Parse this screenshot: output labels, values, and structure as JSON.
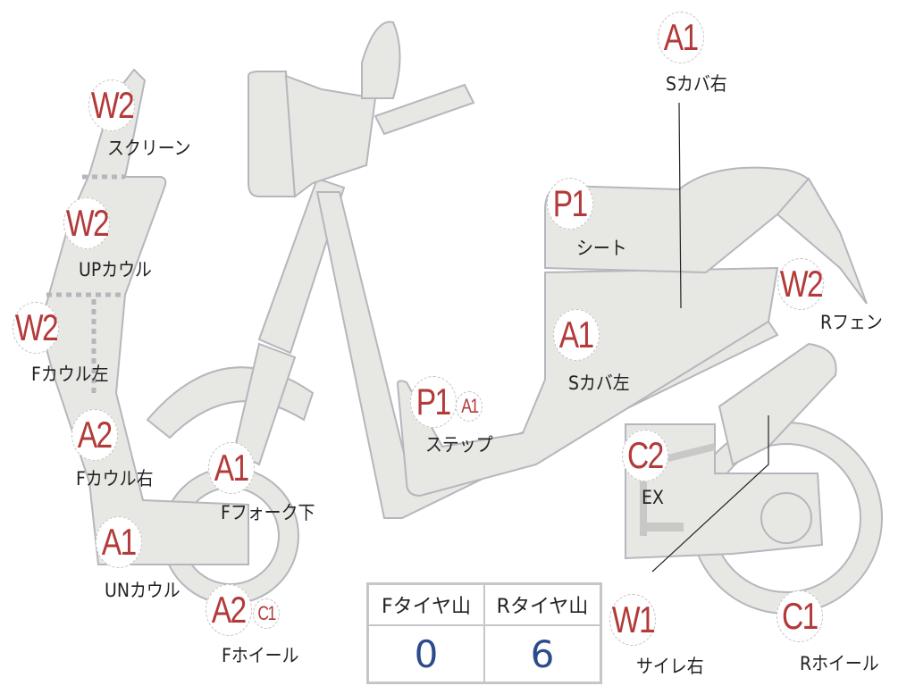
{
  "parts": [
    {
      "code": "W2",
      "label": "スクリーン"
    },
    {
      "code": "W2",
      "label": "UPカウル"
    },
    {
      "code": "W2",
      "label": "Fカウル左"
    },
    {
      "code": "A2",
      "label": "Fカウル右"
    },
    {
      "code": "A1",
      "label": "UNカウル"
    },
    {
      "code": "A1",
      "label": "Fフォーク下"
    },
    {
      "code": "A2",
      "extra": "C1",
      "label": "Fホイール"
    },
    {
      "code": "P1",
      "extra": "A1",
      "label": "ステップ"
    },
    {
      "code": "A1",
      "label": "Sカバ左"
    },
    {
      "code": "P1",
      "label": "シート"
    },
    {
      "code": "A1",
      "label": "Sカバ右"
    },
    {
      "code": "W2",
      "label": "Rフェン"
    },
    {
      "code": "C2",
      "label": "EX"
    },
    {
      "code": "W1",
      "label": "サイレ右"
    },
    {
      "code": "C1",
      "label": "Rホイール"
    }
  ],
  "tire_table": {
    "headers": [
      "Fタイヤ山",
      "Rタイヤ山"
    ],
    "values": [
      "0",
      "6"
    ]
  },
  "colors": {
    "grade": "#b33a3a",
    "value": "#2b4b8c",
    "body": "#e7e7e4",
    "outline": "#b4b7bc"
  }
}
